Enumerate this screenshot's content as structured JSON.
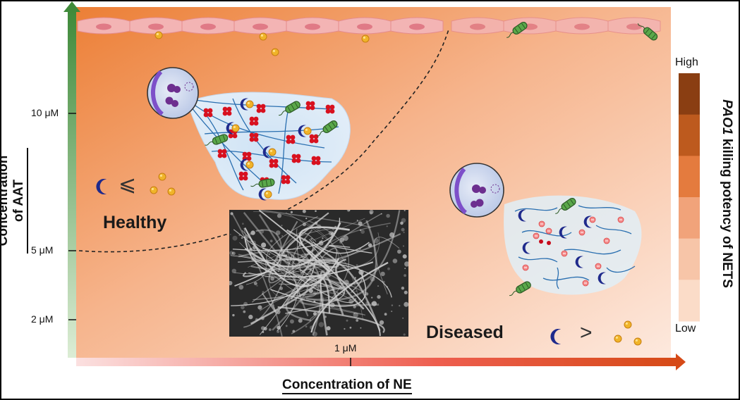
{
  "axes": {
    "y_label": "Concentration of AAT",
    "x_label": "Concentration of NE",
    "y_ticks": [
      "10 μM",
      "5 μM",
      "2 μM"
    ],
    "x_tick": "1 μM"
  },
  "colorbar": {
    "label_italic": "PAO1",
    "label_rest": " killing potency of NETS",
    "high": "High",
    "low": "Low",
    "colors": [
      "#8a3e12",
      "#bd5a1e",
      "#e47b3e",
      "#f1a37a",
      "#f7c5a8",
      "#fbdcc8"
    ]
  },
  "regions": {
    "healthy": "Healthy",
    "diseased": "Diseased"
  },
  "symbols": {
    "healthy_relation": "⩽",
    "diseased_relation": ">"
  },
  "colors": {
    "background_dark": "#ef8a45",
    "background_light": "#fde7da",
    "green_axis": "#3f8a3a",
    "red_axis": "#e0421c",
    "antiprotease": "#1f2a8c",
    "protease": "#f0b429",
    "bacteria": "#4e9a3e"
  }
}
